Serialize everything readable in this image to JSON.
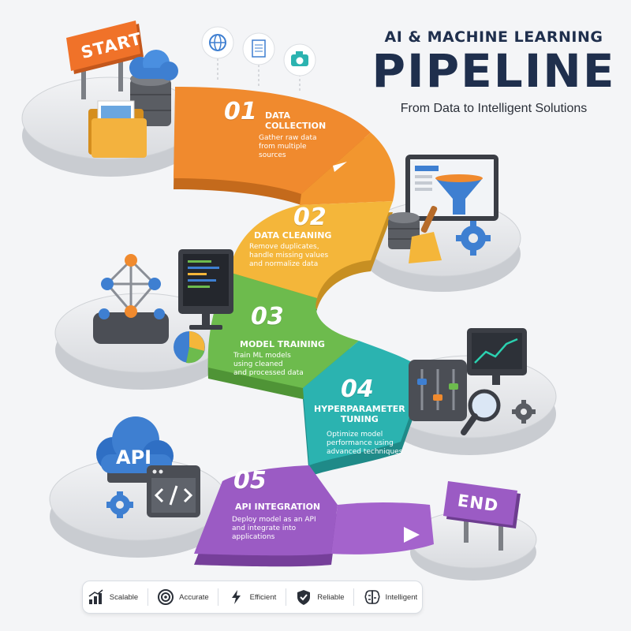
{
  "header": {
    "subtitle": "AI & MACHINE LEARNING",
    "title": "PIPELINE",
    "tagline": "From Data to Intelligent Solutions"
  },
  "signs": {
    "start": "START",
    "end": "END"
  },
  "api_cloud_label": "API",
  "steps": [
    {
      "number": "01",
      "title_l1": "DATA",
      "title_l2": "COLLECTION",
      "desc": [
        "Gather raw data",
        "from multiple",
        "sources"
      ],
      "color": "#f08a2e"
    },
    {
      "number": "02",
      "title_l1": "DATA CLEANING",
      "title_l2": "",
      "desc": [
        "Remove duplicates,",
        "handle missing values",
        "and normalize data"
      ],
      "color": "#f4b63a"
    },
    {
      "number": "03",
      "title_l1": "MODEL TRAINING",
      "title_l2": "",
      "desc": [
        "Train ML models",
        "using cleaned",
        "and processed data"
      ],
      "color": "#6dbb4d"
    },
    {
      "number": "04",
      "title_l1": "HYPERPARAMETER",
      "title_l2": "TUNING",
      "desc": [
        "Optimize model",
        "performance using",
        "advanced techniques"
      ],
      "color": "#2bb3b0"
    },
    {
      "number": "05",
      "title_l1": "API INTEGRATION",
      "title_l2": "",
      "desc": [
        "Deploy model as an API",
        "and integrate into",
        "applications"
      ],
      "color": "#9b5bc4"
    }
  ],
  "features": [
    {
      "label": "Scalable",
      "icon": "bar-chart-icon"
    },
    {
      "label": "Accurate",
      "icon": "target-icon"
    },
    {
      "label": "Efficient",
      "icon": "lightning-icon"
    },
    {
      "label": "Reliable",
      "icon": "shield-check-icon"
    },
    {
      "label": "Intelligent",
      "icon": "brain-icon"
    }
  ],
  "colors": {
    "title": "#1f2f4d",
    "orange": "#f08a2e",
    "yellow": "#f4b63a",
    "green": "#6dbb4d",
    "teal": "#2bb3b0",
    "purple": "#9b5bc4",
    "platform": "#e9eaec",
    "icon_blue": "#3e7fd1"
  }
}
